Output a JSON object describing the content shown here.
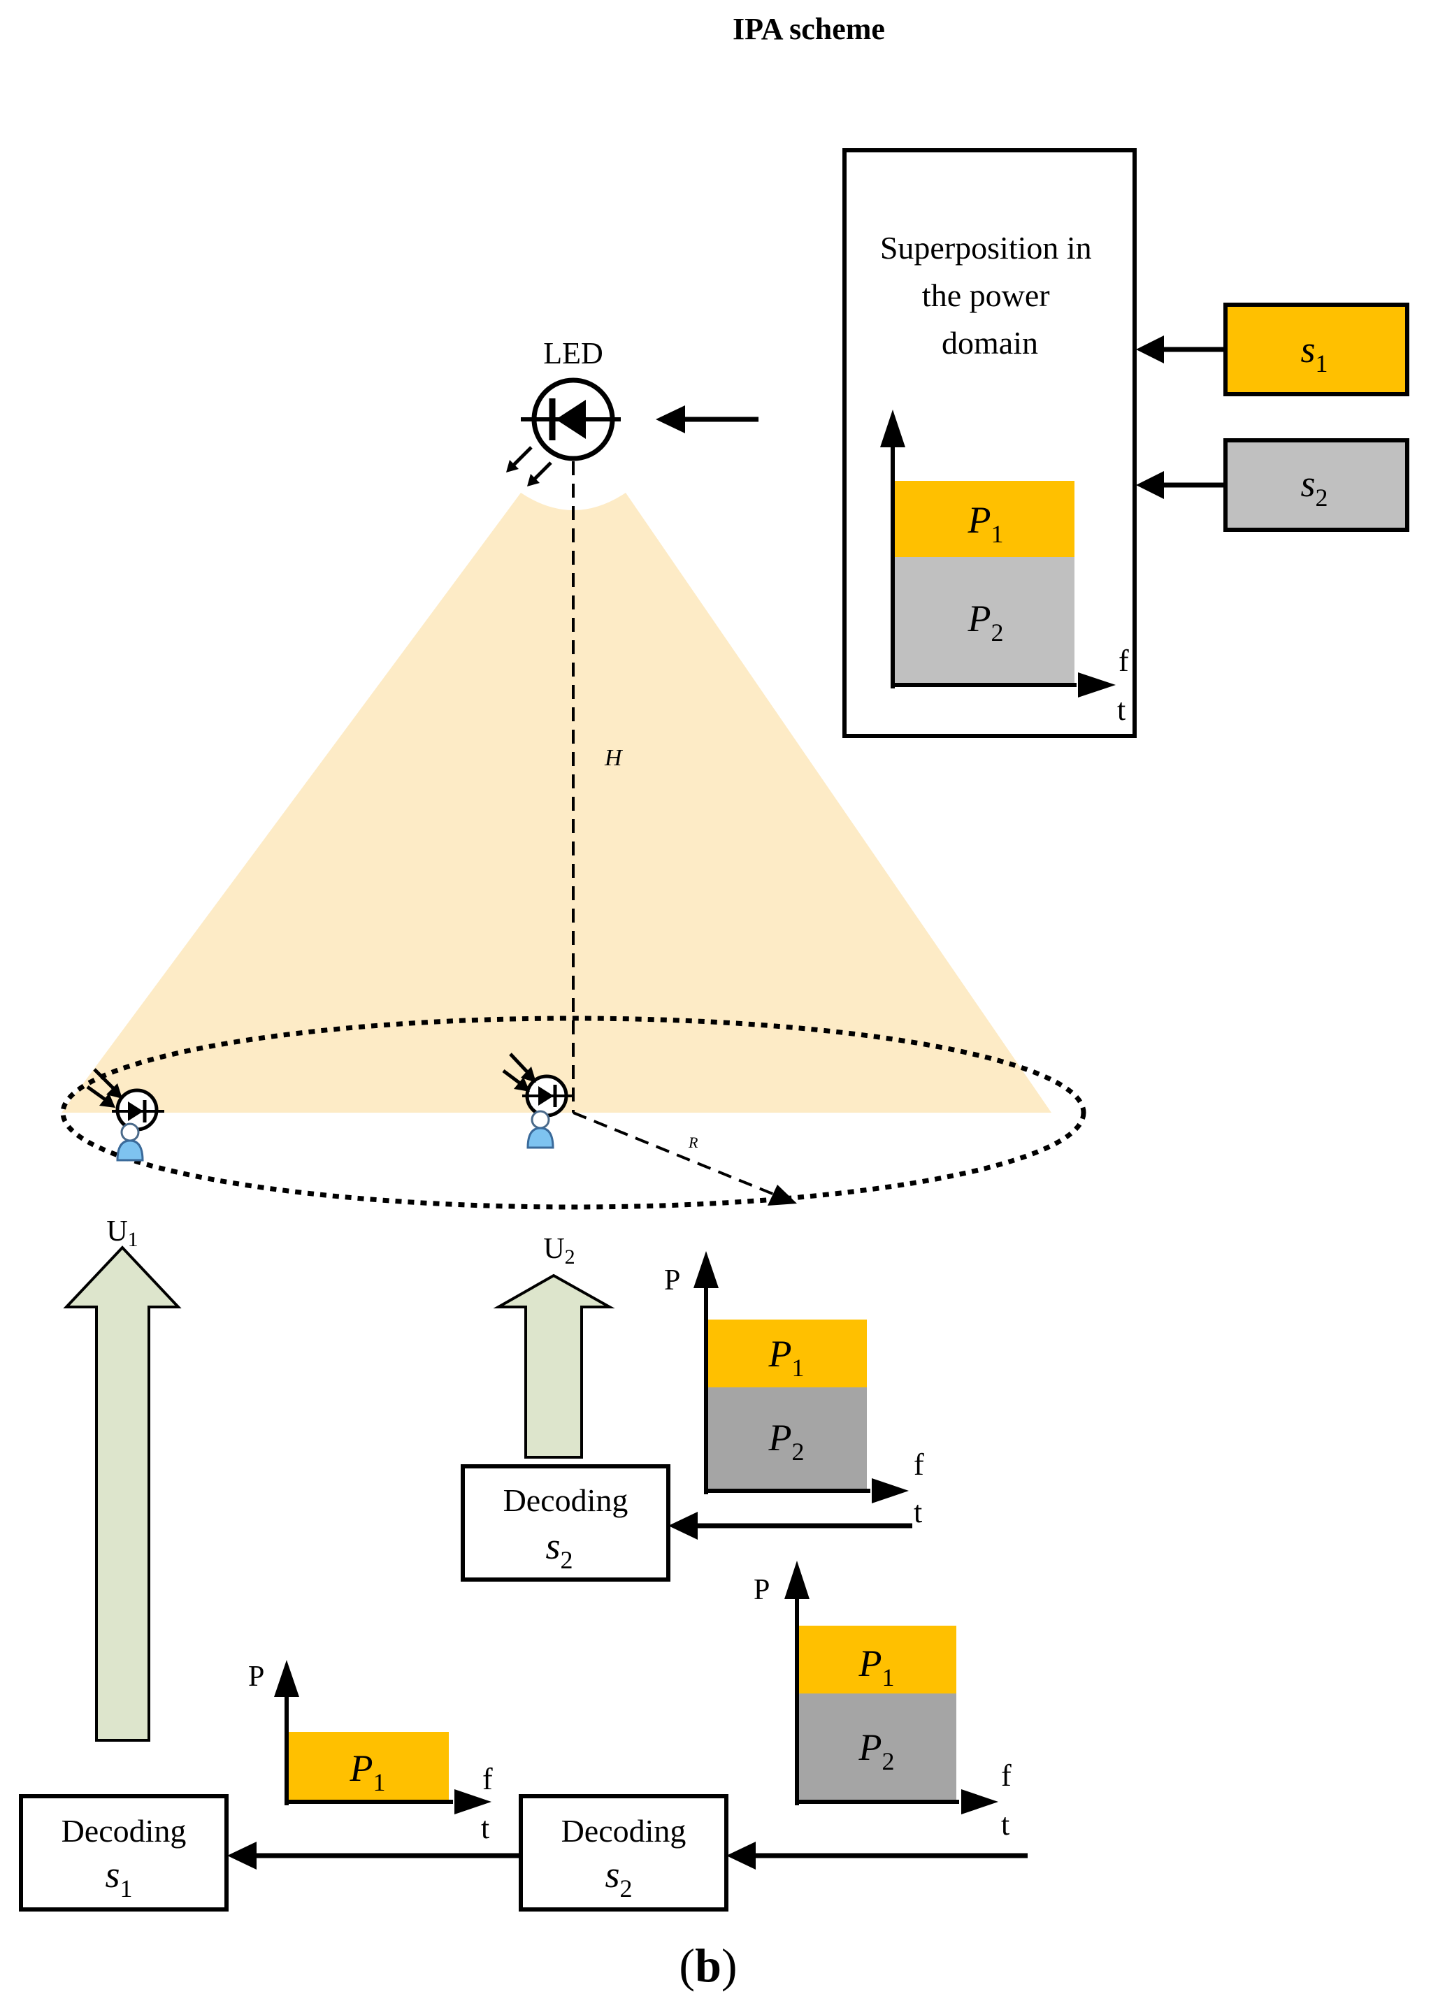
{
  "title": "IPA scheme",
  "panel_label": {
    "open": "(",
    "letter": "b",
    "close": ")"
  },
  "colors": {
    "yellow": "#FFC000",
    "gray_light": "#C0C0C0",
    "gray_dark": "#A5A5A5",
    "beam": "#FDEBC6",
    "arrow_fill": "#DDE5CC",
    "stroke": "#000000"
  },
  "led": {
    "label": "LED"
  },
  "dimensions": {
    "height_label": "H",
    "radius_label": "R"
  },
  "superposition": {
    "title_lines": [
      "Superposition in",
      "the power",
      "domain"
    ],
    "axis_f": "f",
    "axis_t": "t"
  },
  "signals": [
    {
      "sym": "s",
      "sub": "1"
    },
    {
      "sym": "s",
      "sub": "2"
    }
  ],
  "power": {
    "p1": {
      "sym": "P",
      "sub": "1"
    },
    "p2": {
      "sym": "P",
      "sub": "2"
    }
  },
  "users": [
    {
      "sym": "U",
      "sub": "1"
    },
    {
      "sym": "U",
      "sub": "2"
    }
  ],
  "axis_p": "P",
  "axis_f": "f",
  "axis_t": "t",
  "decoding_label": "Decoding",
  "decoders": [
    {
      "sym": "s",
      "sub": "2"
    },
    {
      "sym": "s",
      "sub": "2"
    },
    {
      "sym": "s",
      "sub": "1"
    }
  ]
}
